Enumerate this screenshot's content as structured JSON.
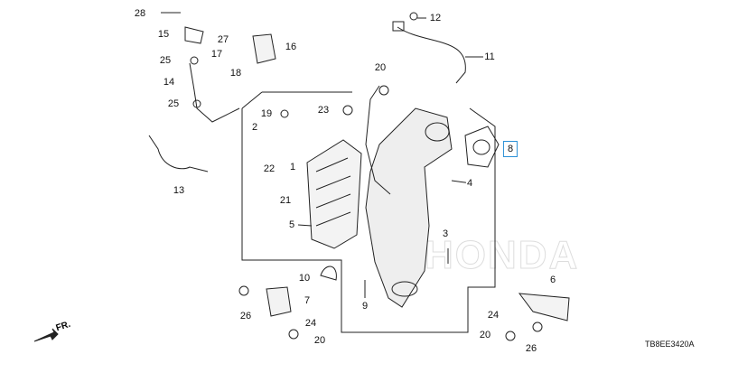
{
  "diagram": {
    "watermark": "HONDA",
    "direction_label": "FR.",
    "diagram_code": "TB8EE3420A",
    "highlight_color": "#2a8fd6",
    "callouts": [
      {
        "number": "28"
      },
      {
        "number": "15"
      },
      {
        "number": "27"
      },
      {
        "number": "17"
      },
      {
        "number": "16"
      },
      {
        "number": "25"
      },
      {
        "number": "18"
      },
      {
        "number": "14"
      },
      {
        "number": "25"
      },
      {
        "number": "12"
      },
      {
        "number": "11"
      },
      {
        "number": "20"
      },
      {
        "number": "23"
      },
      {
        "number": "19"
      },
      {
        "number": "2"
      },
      {
        "number": "1"
      },
      {
        "number": "22"
      },
      {
        "number": "21"
      },
      {
        "number": "13"
      },
      {
        "number": "5"
      },
      {
        "number": "8",
        "highlighted": true
      },
      {
        "number": "4"
      },
      {
        "number": "3"
      },
      {
        "number": "10"
      },
      {
        "number": "7"
      },
      {
        "number": "26"
      },
      {
        "number": "24"
      },
      {
        "number": "20"
      },
      {
        "number": "9"
      },
      {
        "number": "6"
      },
      {
        "number": "24"
      },
      {
        "number": "20"
      },
      {
        "number": "26"
      }
    ]
  }
}
